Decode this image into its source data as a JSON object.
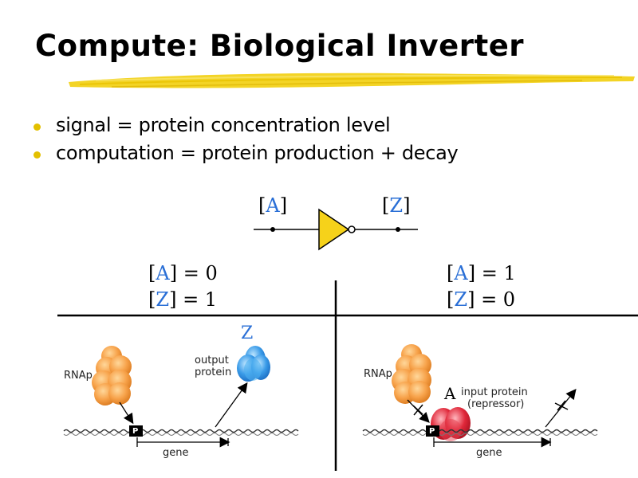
{
  "title": "Compute: Biological Inverter",
  "bullets": [
    "signal = protein concentration level",
    "computation = protein production + decay"
  ],
  "inverter": {
    "input_label_bracket_open": "[",
    "input_label_var": "A",
    "input_label_bracket_close": "]",
    "output_label_bracket_open": "[",
    "output_label_var": "Z",
    "output_label_bracket_close": "]"
  },
  "left_state": {
    "a_var": "A",
    "a_value": "= 0",
    "z_var": "Z",
    "z_value": "= 1"
  },
  "right_state": {
    "a_var": "A",
    "a_value": "= 1",
    "z_var": "Z",
    "z_value": "= 0"
  },
  "left_panel": {
    "rnap_label": "RNAp",
    "output_label_line1": "output",
    "output_label_line2": "protein",
    "z_symbol": "Z",
    "promoter_label": "P",
    "gene_label": "gene"
  },
  "right_panel": {
    "rnap_label": "RNAp",
    "a_symbol": "A",
    "input_label_line1": "input protein",
    "input_label_line2": "(repressor)",
    "promoter_label": "P",
    "gene_label": "gene"
  },
  "colors": {
    "accent_yellow": "#f2d21a",
    "bullet": "#e3c000",
    "var_blue": "#2a6fd6",
    "rnap_orange": "#f7a24a",
    "output_blue": "#3a9be8",
    "repressor_red": "#e0283a"
  }
}
